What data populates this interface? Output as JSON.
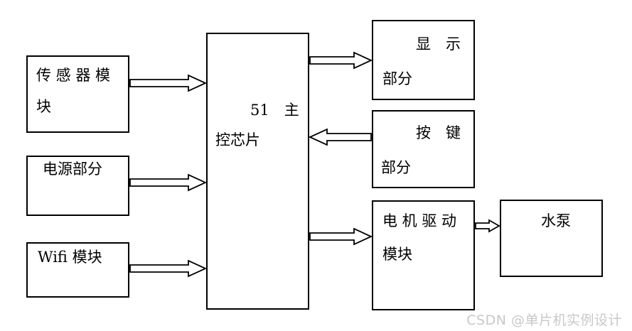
{
  "diagram": {
    "title_hint": "51 MCU water-pump control system block diagram",
    "boxes": [
      {
        "id": "sensor-module",
        "lines": {
          "l1": "传 感 器 模",
          "l2": "块"
        }
      },
      {
        "id": "power-section",
        "lines": {
          "l1": "电源部分"
        }
      },
      {
        "id": "wifi-module",
        "lines": {
          "l1": "Wifi 模块"
        }
      },
      {
        "id": "mcu-51",
        "lines": {
          "l1": "51　主",
          "l2": "控芯片"
        }
      },
      {
        "id": "display-section",
        "lines": {
          "l1": "显　示",
          "l2": "部分"
        }
      },
      {
        "id": "keys-section",
        "lines": {
          "l1": "按　键",
          "l2": "部分"
        }
      },
      {
        "id": "motor-driver",
        "lines": {
          "l1": "电 机 驱 动",
          "l2": "模块"
        }
      },
      {
        "id": "water-pump",
        "lines": {
          "l1": "水泵"
        }
      }
    ],
    "connections": [
      {
        "from": "sensor-module",
        "to": "mcu-51",
        "direction": "right"
      },
      {
        "from": "power-section",
        "to": "mcu-51",
        "direction": "right"
      },
      {
        "from": "wifi-module",
        "to": "mcu-51",
        "direction": "right"
      },
      {
        "from": "mcu-51",
        "to": "display-section",
        "direction": "right"
      },
      {
        "from": "keys-section",
        "to": "mcu-51",
        "direction": "left"
      },
      {
        "from": "mcu-51",
        "to": "motor-driver",
        "direction": "right"
      },
      {
        "from": "motor-driver",
        "to": "water-pump",
        "direction": "right"
      }
    ],
    "colors": {
      "line": "#000000",
      "background": "#ffffff"
    }
  },
  "watermark": {
    "text": "CSDN @单片机实例设计",
    "color": "#c8c8c8"
  }
}
